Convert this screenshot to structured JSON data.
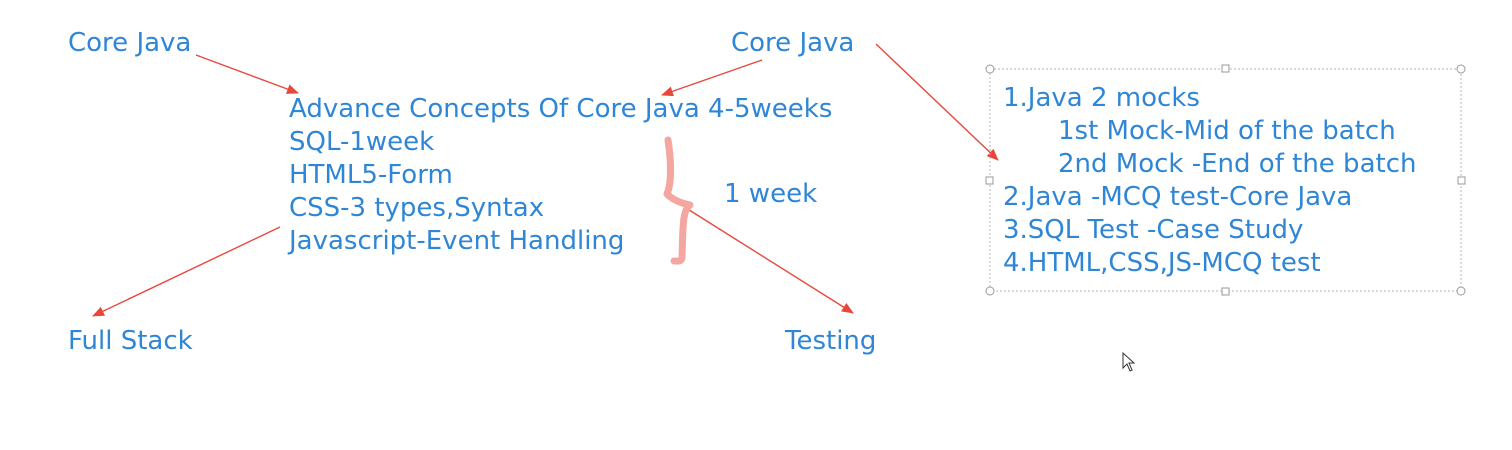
{
  "colors": {
    "text": "#2f86d6",
    "arrow": "#e8483c",
    "brace": "#f4a7a0",
    "selection": "#b5b5b5"
  },
  "labels": {
    "core_java_left": "Core Java",
    "core_java_right": "Core Java",
    "full_stack": "Full Stack",
    "testing": "Testing",
    "one_week": "1 week"
  },
  "topics": [
    "Advance Concepts Of Core Java 4-5weeks",
    "SQL-1week",
    "HTML5-Form",
    "CSS-3 types,Syntax",
    "Javascript-Event Handling"
  ],
  "tests": [
    "1.Java 2 mocks",
    "1st Mock-Mid of the batch",
    "2nd Mock -End of the batch",
    "2.Java -MCQ test-Core Java",
    "3.SQL Test -Case Study",
    "4.HTML,CSS,JS-MCQ test"
  ]
}
